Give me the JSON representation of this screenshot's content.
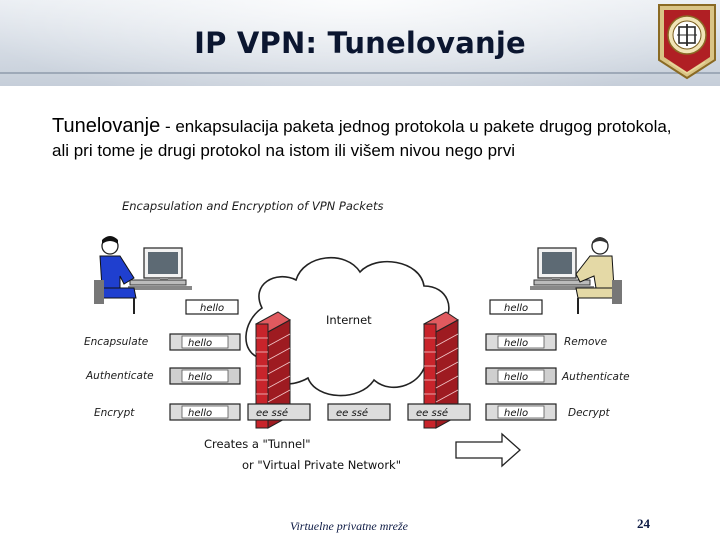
{
  "slide": {
    "title": "IP VPN: Tunelovanje",
    "term": "Tunelovanje",
    "definition_rest": " - enkapsulacija paketa jednog protokola u pakete drugog protokola, ali pri tome je drugi protokol na istom ili višem nivou nego prvi"
  },
  "figure": {
    "heading": "Encapsulation and Encryption of VPN Packets",
    "cloud_label": "Internet",
    "packet_text": "hello",
    "encrypted_text": "ee ssé",
    "left_steps": [
      "Encapsulate",
      "Authenticate",
      "Encrypt"
    ],
    "right_steps": [
      "Remove",
      "Authenticate",
      "Decrypt"
    ],
    "tunnel_line1": "Creates a \"Tunnel\"",
    "tunnel_line2": "or \"Virtual Private Network\""
  },
  "footer": {
    "text": "Virtuelne privatne mreže",
    "page_number": "24"
  },
  "colors": {
    "title": "#0b1630",
    "firewall_red": "#c8242b",
    "footer": "#0d1a44",
    "person_left": "#1f3fcf",
    "person_right": "#e4d9a6"
  }
}
